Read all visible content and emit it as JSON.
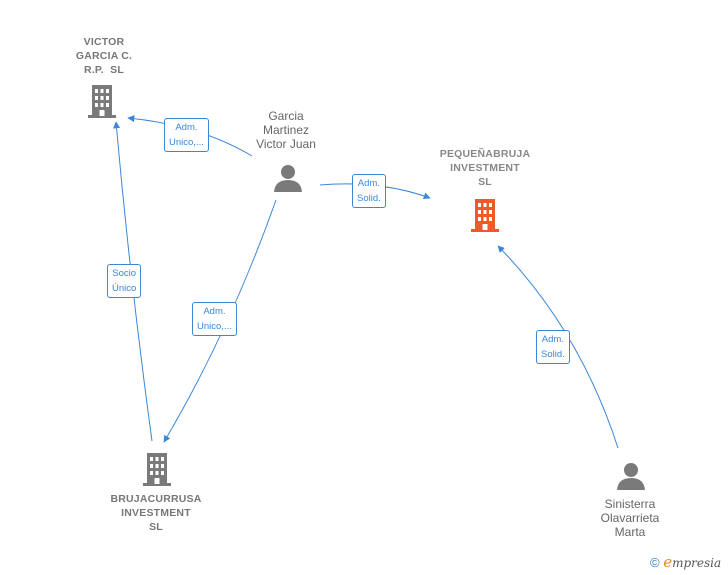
{
  "nodes": {
    "victor_garcia": {
      "lines": [
        "VICTOR",
        "GARCIA C.",
        "R.P.  SL"
      ]
    },
    "garcia_martinez": {
      "lines": [
        "Garcia",
        "Martinez",
        "Victor Juan"
      ]
    },
    "pequenabruja": {
      "lines": [
        "PEQUEÑABRUJA",
        "INVESTMENT",
        "SL"
      ]
    },
    "brujacurrusa": {
      "lines": [
        "BRUJACURRUSA",
        "INVESTMENT",
        "SL"
      ]
    },
    "sinisterra": {
      "lines": [
        "Sinisterra",
        "Olavarrieta",
        "Marta"
      ]
    }
  },
  "edges": {
    "e1": {
      "lines": [
        "Adm.",
        "Unico,..."
      ]
    },
    "e2": {
      "lines": [
        "Adm.",
        "Solid."
      ]
    },
    "e3": {
      "lines": [
        "Socio",
        "Único"
      ]
    },
    "e4": {
      "lines": [
        "Adm.",
        "Unico,..."
      ]
    },
    "e5": {
      "lines": [
        "Adm.",
        "Solid."
      ]
    }
  },
  "colors": {
    "edge": "#3a86d8",
    "company_icon": "#7a7a7a",
    "focus_icon": "#f05a28",
    "person_icon": "#7a7a7a"
  },
  "footer": {
    "copyright": "©",
    "brand_initial": "e",
    "brand_rest": "mpresia"
  }
}
